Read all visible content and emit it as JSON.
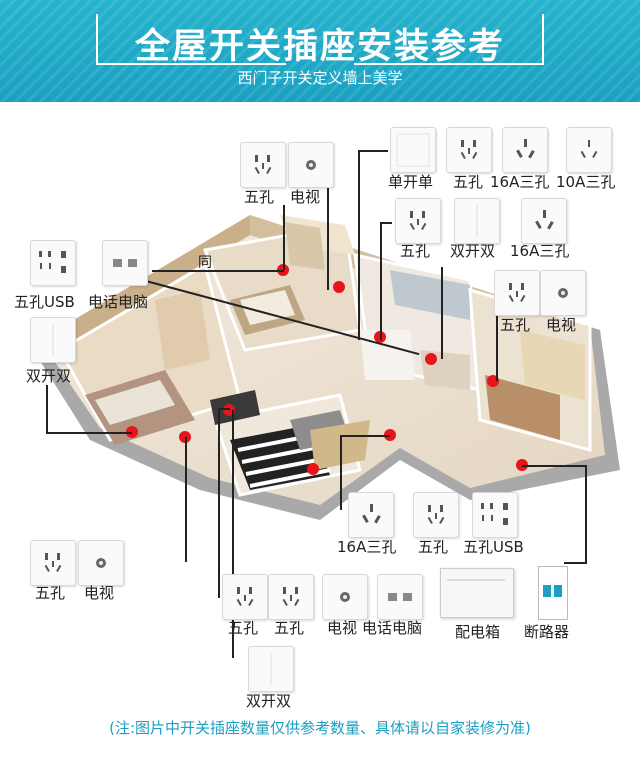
{
  "header": {
    "title": "全屋开关插座安装参考",
    "subtitle": "西门子开关定义墙上美学"
  },
  "labels": {
    "l1": "五孔",
    "l2": "电视",
    "l3": "单开单",
    "l4": "五孔",
    "l5": "16A三孔",
    "l6": "10A三孔",
    "l7": "五孔",
    "l8": "双开双",
    "l9": "16A三孔",
    "l10": "五孔USB",
    "l11": "电话电脑",
    "l12": "同",
    "l13": "五孔",
    "l14": "电视",
    "l15": "双开双",
    "l16": "16A三孔",
    "l17": "五孔",
    "l18": "五孔USB",
    "l19": "五孔",
    "l20": "电视",
    "l21": "五孔",
    "l22": "五孔",
    "l23": "电视",
    "l24": "电话电脑",
    "l25": "配电箱",
    "l26": "断路器",
    "l27": "双开双"
  },
  "note": "(注:图片中开关插座数量仅供参考数量、具体请以自家装修为准)",
  "colors": {
    "header": "#1aa0c2",
    "marker": "#e8141b",
    "note": "#1aa0c2"
  }
}
